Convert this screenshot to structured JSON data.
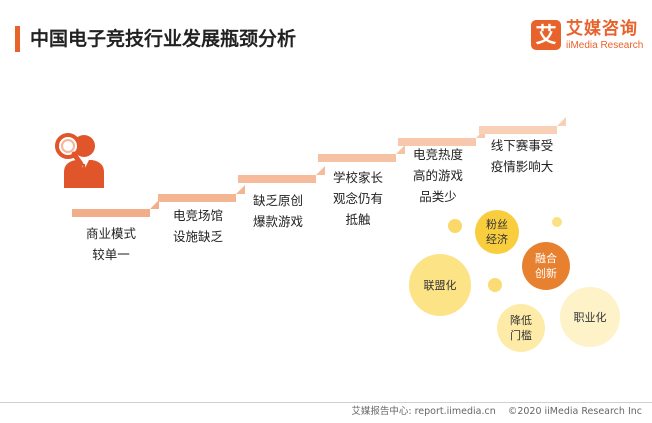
{
  "title": "中国电子竞技行业发展瓶颈分析",
  "logo": {
    "mark": "艾",
    "name_cn": "艾媒咨询",
    "name_en": "iiMedia Research"
  },
  "icon": "person-with-magnifier-icon",
  "steps": [
    {
      "lines": [
        "商业模式",
        "较单一"
      ],
      "color": "#f2ad8a"
    },
    {
      "lines": [
        "电竞场馆",
        "设施缺乏"
      ],
      "color": "#f4b592"
    },
    {
      "lines": [
        "缺乏原创",
        "爆款游戏"
      ],
      "color": "#f5bb9b"
    },
    {
      "lines": [
        "学校家长",
        "观念仍有",
        "抵触"
      ],
      "color": "#f6c2a4"
    },
    {
      "lines": [
        "电竞热度",
        "高的游戏",
        "品类少"
      ],
      "color": "#f7c8ad"
    },
    {
      "lines": [
        "线下赛事受",
        "疫情影响大"
      ],
      "color": "#f8cfb7"
    }
  ],
  "bubbles": [
    {
      "label_lines": [
        "粉丝",
        "经济"
      ],
      "color": "#f8cd3e",
      "text_color": "#333333"
    },
    {
      "label_lines": [
        "融合",
        "创新"
      ],
      "color": "#e8812f",
      "text_color": "#ffffff"
    },
    {
      "label_lines": [
        "联盟化"
      ],
      "color": "#fbe386",
      "text_color": "#333333"
    },
    {
      "label_lines": [
        "职业化"
      ],
      "color": "#fef2c8",
      "text_color": "#333333"
    },
    {
      "label_lines": [
        "降低",
        "门槛"
      ],
      "color": "#fdeba7",
      "text_color": "#333333"
    },
    {
      "label_lines": [],
      "color": "#fbd86a",
      "text_color": "#333333"
    },
    {
      "label_lines": [],
      "color": "#fbdb74",
      "text_color": "#333333"
    },
    {
      "label_lines": [],
      "color": "#fce183",
      "text_color": "#333333"
    }
  ],
  "footer": {
    "source": "艾媒报告中心: report.iimedia.cn",
    "copyright": "©2020  iiMedia Research  Inc"
  }
}
